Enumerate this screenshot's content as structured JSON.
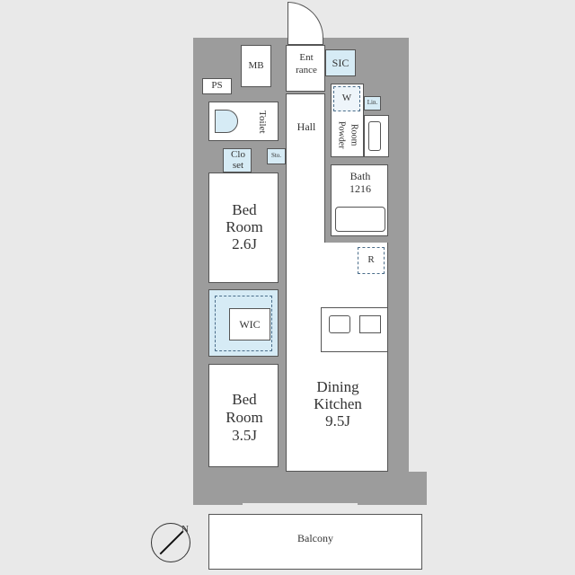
{
  "rooms": {
    "mb": "MB",
    "ps": "PS",
    "toilet": "Toilet",
    "entrance_1": "Ent",
    "entrance_2": "rance",
    "sic": "SIC",
    "hall": "Hall",
    "powder_room_1": "Powder",
    "powder_room_2": "Room",
    "washer": "W",
    "linen": "Lin.",
    "closet_1": "Clo",
    "closet_2": "set",
    "storage": "Sto.",
    "bath_1": "Bath",
    "bath_2": "1216",
    "bedroom1_1": "Bed",
    "bedroom1_2": "Room",
    "bedroom1_3": "2.6J",
    "wic": "WIC",
    "refrigerator": "R",
    "bedroom2_1": "Bed",
    "bedroom2_2": "Room",
    "bedroom2_3": "3.5J",
    "dk_1": "Dining",
    "dk_2": "Kitchen",
    "dk_3": "9.5J",
    "balcony": "Balcony"
  },
  "compass": {
    "label": "N",
    "icon": "north-arrow-icon"
  },
  "colors": {
    "wall": "#9c9c9c",
    "storage": "#d6ebf5",
    "background": "#e9e9e9"
  }
}
